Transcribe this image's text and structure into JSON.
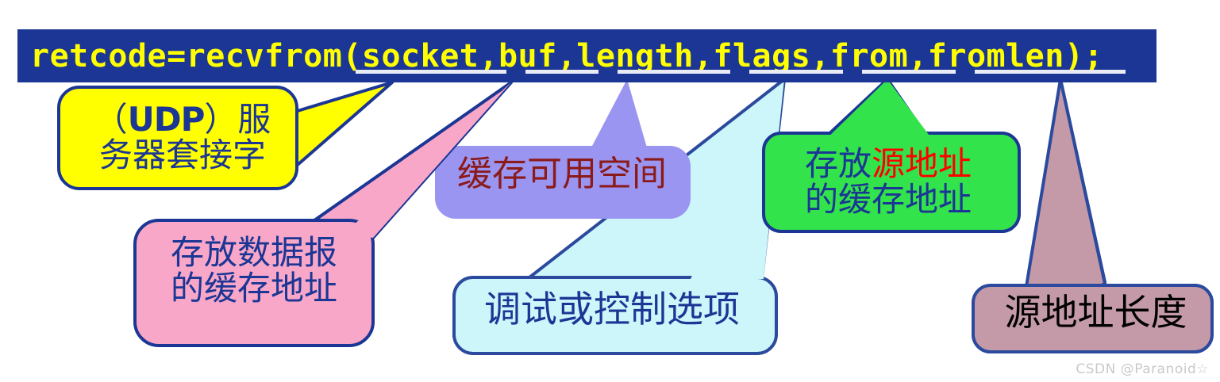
{
  "banner": {
    "code": "retcode=recvfrom(socket,buf,length,flags,from,fromlen);",
    "background_color": "#1b3694",
    "text_color": "#ffff00",
    "underline_color": "#e9ecf7",
    "underlined_params": [
      "socket",
      "buf",
      "length",
      "flags",
      "from",
      "fromlen"
    ]
  },
  "callouts": [
    {
      "id": "socket",
      "param": "socket",
      "line1": "（UDP）服",
      "line2": "务器套接字",
      "latin": "UDP",
      "fill": "#ffff00",
      "stroke": "#1b3694",
      "text_color": "#1b3694"
    },
    {
      "id": "buf",
      "param": "buf",
      "line1": "存放数据报",
      "line2": "的缓存地址",
      "fill": "#f9a7c8",
      "stroke": "#1b3694",
      "text_color": "#1b3694"
    },
    {
      "id": "length",
      "param": "length",
      "line1": "缓存可用空间",
      "line2": "",
      "fill": "#9b95f2",
      "stroke": "none",
      "text_color": "#8b1a1a"
    },
    {
      "id": "flags",
      "param": "flags",
      "line1": "调试或控制选项",
      "line2": "",
      "fill": "#cdf6fb",
      "stroke": "#1b3694",
      "text_color": "#1b3694"
    },
    {
      "id": "from",
      "param": "from",
      "line1_a": "存放",
      "line1_b": "源地址",
      "line2": "的缓存地址",
      "fill": "#33e34b",
      "stroke": "#1b3694",
      "text_color": "#1b3694",
      "highlight_color": "#ff0000"
    },
    {
      "id": "fromlen",
      "param": "fromlen",
      "line1": "源地址长度",
      "line2": "",
      "fill": "#c49aa8",
      "stroke": "#1b3694",
      "text_color": "#000000"
    }
  ],
  "watermark": {
    "text": "CSDN @Paranoid☆"
  }
}
